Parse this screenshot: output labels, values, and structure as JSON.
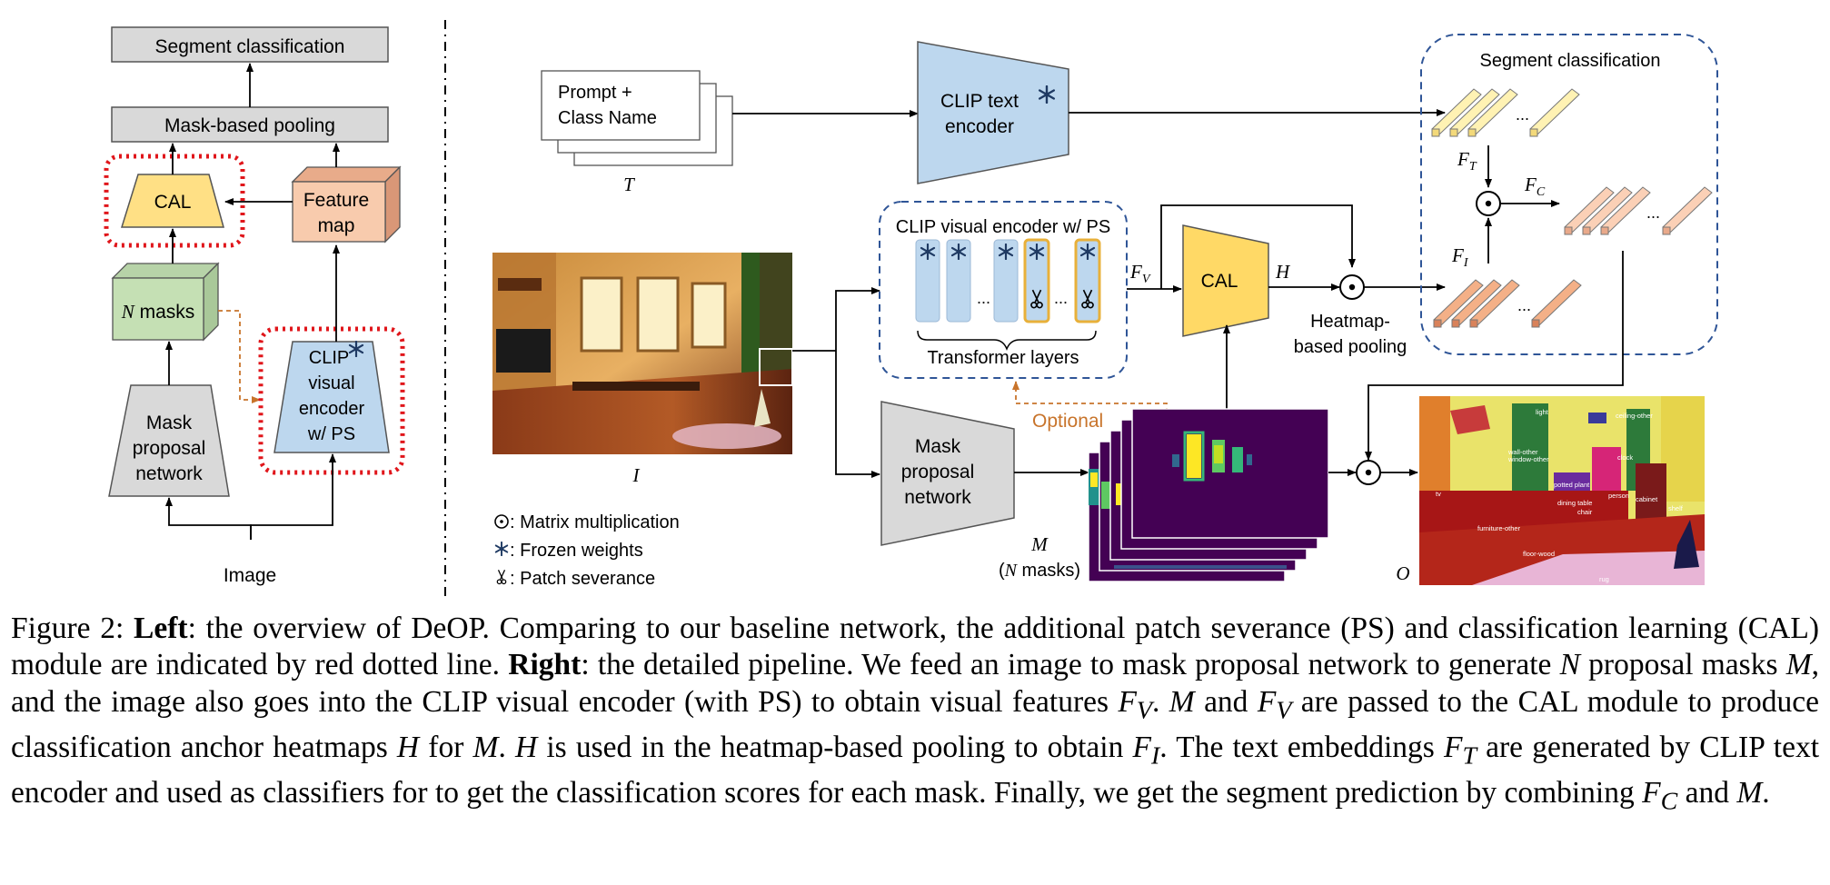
{
  "left": {
    "segment_classification": "Segment classification",
    "mask_based_pooling": "Mask-based pooling",
    "cal": "CAL",
    "feature_map_line1": "Feature",
    "feature_map_line2": "map",
    "n_masks_n": "N",
    "n_masks_rest": " masks",
    "clip_line1": "CLIP",
    "clip_line2": "visual",
    "clip_line3": "encoder",
    "clip_line4": "w/ PS",
    "mask_prop_line1": "Mask",
    "mask_prop_line2": "proposal",
    "mask_prop_line3": "network",
    "image": "Image"
  },
  "right": {
    "prompt_line1": "Prompt +",
    "prompt_line2": "Class Name",
    "t_label": "T",
    "clip_text_line1": "CLIP text",
    "clip_text_line2": "encoder",
    "clip_visual_title": "CLIP visual encoder w/ PS",
    "transformer_layers": "Transformer layers",
    "ellipsis": "...",
    "optional": "Optional",
    "i_label": "I",
    "fv_main": "F",
    "fv_sub": "V",
    "cal": "CAL",
    "h_label": "H",
    "heatmap_line1": "Heatmap-",
    "heatmap_line2": "based pooling",
    "seg_class_title": "Segment classification",
    "ft_main": "F",
    "ft_sub": "T",
    "fi_main": "F",
    "fi_sub": "I",
    "fc_main": "F",
    "fc_sub": "C",
    "mask_prop_line1": "Mask",
    "mask_prop_line2": "proposal",
    "mask_prop_line3": "network",
    "m_label": "M",
    "n_masks_open": "(",
    "n_masks_n": "N",
    "n_masks_rest": " masks)",
    "o_label": "O",
    "legend_matrix": ": Matrix multiplication",
    "legend_frozen": ": Frozen weights",
    "legend_patch": ": Patch severance",
    "seg_labels": [
      "light",
      "ceiling-other",
      "wall-other",
      "window-other",
      "clock",
      "potted plant",
      "person",
      "cabinet",
      "dining table",
      "chair",
      "shelf",
      "tv",
      "furniture-other",
      "floor-wood",
      "rug"
    ]
  },
  "caption": {
    "s1": "Figure 2: ",
    "s2": "Left",
    "s3": ": the overview of DeOP. Comparing to our baseline network, the additional patch severance (PS) and classification learning (CAL) module are indicated by red dotted line. ",
    "s4": "Right",
    "s5": ": the detailed pipeline. We feed an image to mask proposal network to generate ",
    "s6": "N",
    "s7": " proposal masks ",
    "s8": "M",
    "s9": ", and the image also goes into the CLIP visual encoder (with PS) to obtain visual features ",
    "s10": "F",
    "s11": "V",
    "s12": ". ",
    "s13": "M",
    "s14": " and ",
    "s15": "F",
    "s16": "V",
    "s17": " are passed to the CAL module to produce classification anchor heatmaps ",
    "s18": "H",
    "s19": " for ",
    "s20": "M",
    "s21": ". ",
    "s22": "H",
    "s23": " is used in the heatmap-based pooling to obtain ",
    "s24": "F",
    "s25": "I",
    "s26": ". The text embeddings ",
    "s27": "F",
    "s28": "T",
    "s29": " are generated by CLIP text encoder and used as classifiers for to get the classification scores for each mask. Finally, we get the segment prediction by combining ",
    "s30": "F",
    "s31": "C",
    "s32": " and ",
    "s33": "M",
    "s34": "."
  }
}
